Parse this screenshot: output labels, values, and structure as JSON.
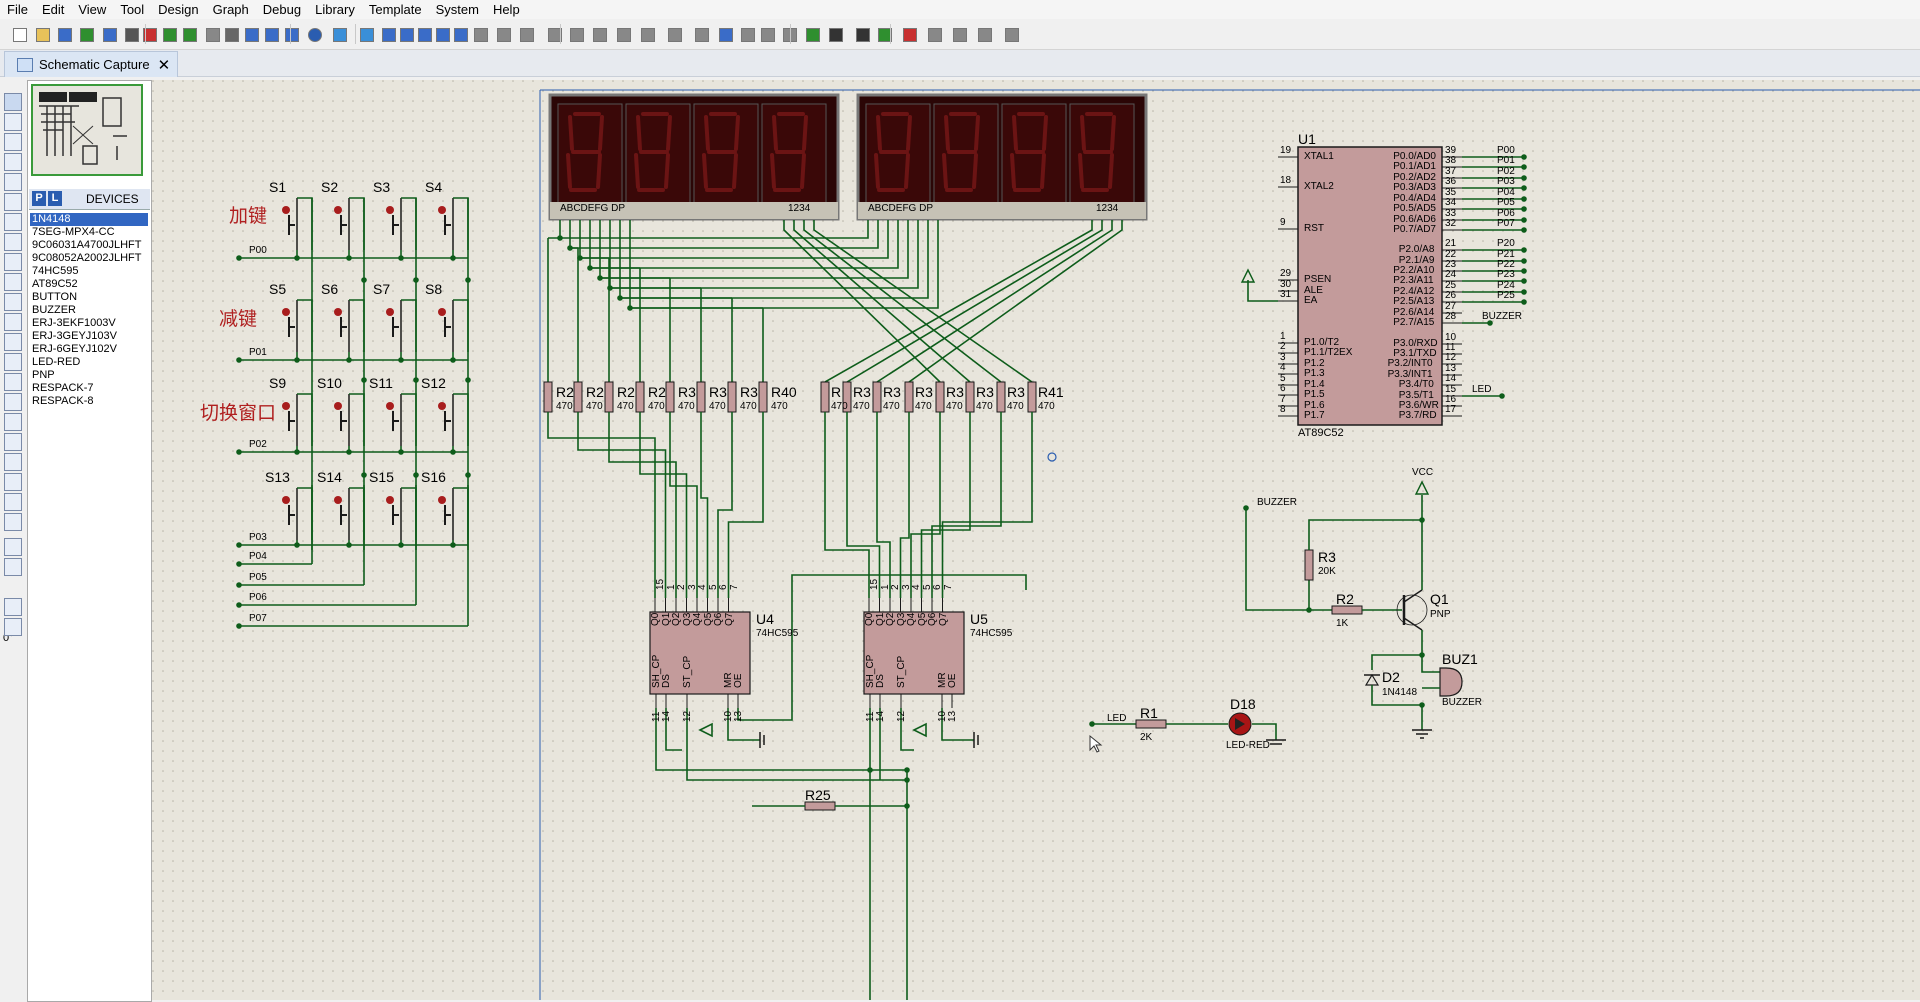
{
  "menu": [
    "File",
    "Edit",
    "View",
    "Tool",
    "Design",
    "Graph",
    "Debug",
    "Library",
    "Template",
    "System",
    "Help"
  ],
  "tab": {
    "label": "Schematic Capture",
    "close": "✕"
  },
  "devices": {
    "p_button": "P",
    "l_button": "L",
    "title": "DEVICES",
    "items": [
      "1N4148",
      "7SEG-MPX4-CC",
      "9C06031A4700JLHFT",
      "9C08052A2002JLHFT",
      "74HC595",
      "AT89C52",
      "BUTTON",
      "BUZZER",
      "ERJ-3EKF1003V",
      "ERJ-3GEYJ103V",
      "ERJ-6GEYJ102V",
      "LED-RED",
      "PNP",
      "RESPACK-7",
      "RESPACK-8"
    ],
    "selected_index": 0
  },
  "left_tools": {
    "angle": "0°"
  },
  "schematic": {
    "keys": {
      "switches": [
        "S1",
        "S2",
        "S3",
        "S4",
        "S5",
        "S6",
        "S7",
        "S8",
        "S9",
        "S10",
        "S11",
        "S12",
        "S13",
        "S14",
        "S15",
        "S16"
      ],
      "row_labels": [
        "加键",
        "减键",
        "切换窗口"
      ],
      "net_labels": [
        "P00",
        "P01",
        "P02",
        "P03",
        "P04",
        "P05",
        "P06",
        "P07"
      ]
    },
    "displays": {
      "segment_label": "ABCDEFG DP",
      "digit_label": "1234"
    },
    "resistors": {
      "names_left": [
        "R2",
        "R2",
        "R2",
        "R2",
        "R3",
        "R3",
        "R3",
        "R40"
      ],
      "names_right": [
        "R",
        "R3",
        "R3",
        "R3",
        "R3",
        "R3",
        "R3",
        "R41"
      ],
      "value": "470"
    },
    "shift_regs": [
      {
        "name": "U4",
        "part": "74HC595"
      },
      {
        "name": "U5",
        "part": "74HC595"
      }
    ],
    "sr_pins": {
      "top_nums": [
        "15",
        "1",
        "2",
        "3",
        "4",
        "5",
        "6",
        "7"
      ],
      "top_names": [
        "Q0",
        "Q1",
        "Q2",
        "Q3",
        "Q4",
        "Q5",
        "Q6",
        "Q7"
      ],
      "bot_names": [
        "SH_CP",
        "DS",
        "ST_CP",
        "MR",
        "OE"
      ],
      "bot_nums": [
        "11",
        "14",
        "12",
        "10",
        "13"
      ]
    },
    "mcu": {
      "ref": "U1",
      "part": "AT89C52",
      "left_pins": [
        {
          "num": "19",
          "name": "XTAL1"
        },
        {
          "num": "18",
          "name": "XTAL2"
        },
        {
          "num": "9",
          "name": "RST"
        },
        {
          "num": "29",
          "name": "PSEN"
        },
        {
          "num": "30",
          "name": "ALE"
        },
        {
          "num": "31",
          "name": "EA"
        },
        {
          "num": "1",
          "name": "P1.0/T2"
        },
        {
          "num": "2",
          "name": "P1.1/T2EX"
        },
        {
          "num": "3",
          "name": "P1.2"
        },
        {
          "num": "4",
          "name": "P1.3"
        },
        {
          "num": "5",
          "name": "P1.4"
        },
        {
          "num": "6",
          "name": "P1.5"
        },
        {
          "num": "7",
          "name": "P1.6"
        },
        {
          "num": "8",
          "name": "P1.7"
        }
      ],
      "right_pins": [
        {
          "num": "39",
          "name": "P0.0/AD0",
          "net": "P00"
        },
        {
          "num": "38",
          "name": "P0.1/AD1",
          "net": "P01"
        },
        {
          "num": "37",
          "name": "P0.2/AD2",
          "net": "P02"
        },
        {
          "num": "36",
          "name": "P0.3/AD3",
          "net": "P03"
        },
        {
          "num": "35",
          "name": "P0.4/AD4",
          "net": "P04"
        },
        {
          "num": "34",
          "name": "P0.5/AD5",
          "net": "P05"
        },
        {
          "num": "33",
          "name": "P0.6/AD6",
          "net": "P06"
        },
        {
          "num": "32",
          "name": "P0.7/AD7",
          "net": "P07"
        },
        {
          "num": "21",
          "name": "P2.0/A8",
          "net": "P20"
        },
        {
          "num": "22",
          "name": "P2.1/A9",
          "net": "P21"
        },
        {
          "num": "23",
          "name": "P2.2/A10",
          "net": "P22"
        },
        {
          "num": "24",
          "name": "P2.3/A11",
          "net": "P23"
        },
        {
          "num": "25",
          "name": "P2.4/A12",
          "net": "P24"
        },
        {
          "num": "26",
          "name": "P2.5/A13",
          "net": "P25"
        },
        {
          "num": "27",
          "name": "P2.6/A14",
          "net": ""
        },
        {
          "num": "28",
          "name": "P2.7/A15",
          "net": "BUZZER"
        },
        {
          "num": "10",
          "name": "P3.0/RXD",
          "net": ""
        },
        {
          "num": "11",
          "name": "P3.1/TXD",
          "net": ""
        },
        {
          "num": "12",
          "name": "P3.2/INT0",
          "net": ""
        },
        {
          "num": "13",
          "name": "P3.3/INT1",
          "net": ""
        },
        {
          "num": "14",
          "name": "P3.4/T0",
          "net": ""
        },
        {
          "num": "15",
          "name": "P3.5/T1",
          "net": "LED"
        },
        {
          "num": "16",
          "name": "P3.6/WR",
          "net": ""
        },
        {
          "num": "17",
          "name": "P3.7/RD",
          "net": ""
        }
      ]
    },
    "buzzer_circuit": {
      "net": "BUZZER",
      "vcc": "VCC",
      "r3_name": "R3",
      "r3_value": "20K",
      "r2_name": "R2",
      "r2_value": "1K",
      "q1_name": "Q1",
      "q1_type": "PNP",
      "d2_name": "D2",
      "d2_part": "1N4148",
      "buz_name": "BUZ1",
      "buz_part": "BUZZER"
    },
    "led_circuit": {
      "net": "LED",
      "r1_name": "R1",
      "r1_value": "2K",
      "d_name": "D18",
      "d_part": "LED-RED"
    },
    "bottom_res": "R25"
  }
}
